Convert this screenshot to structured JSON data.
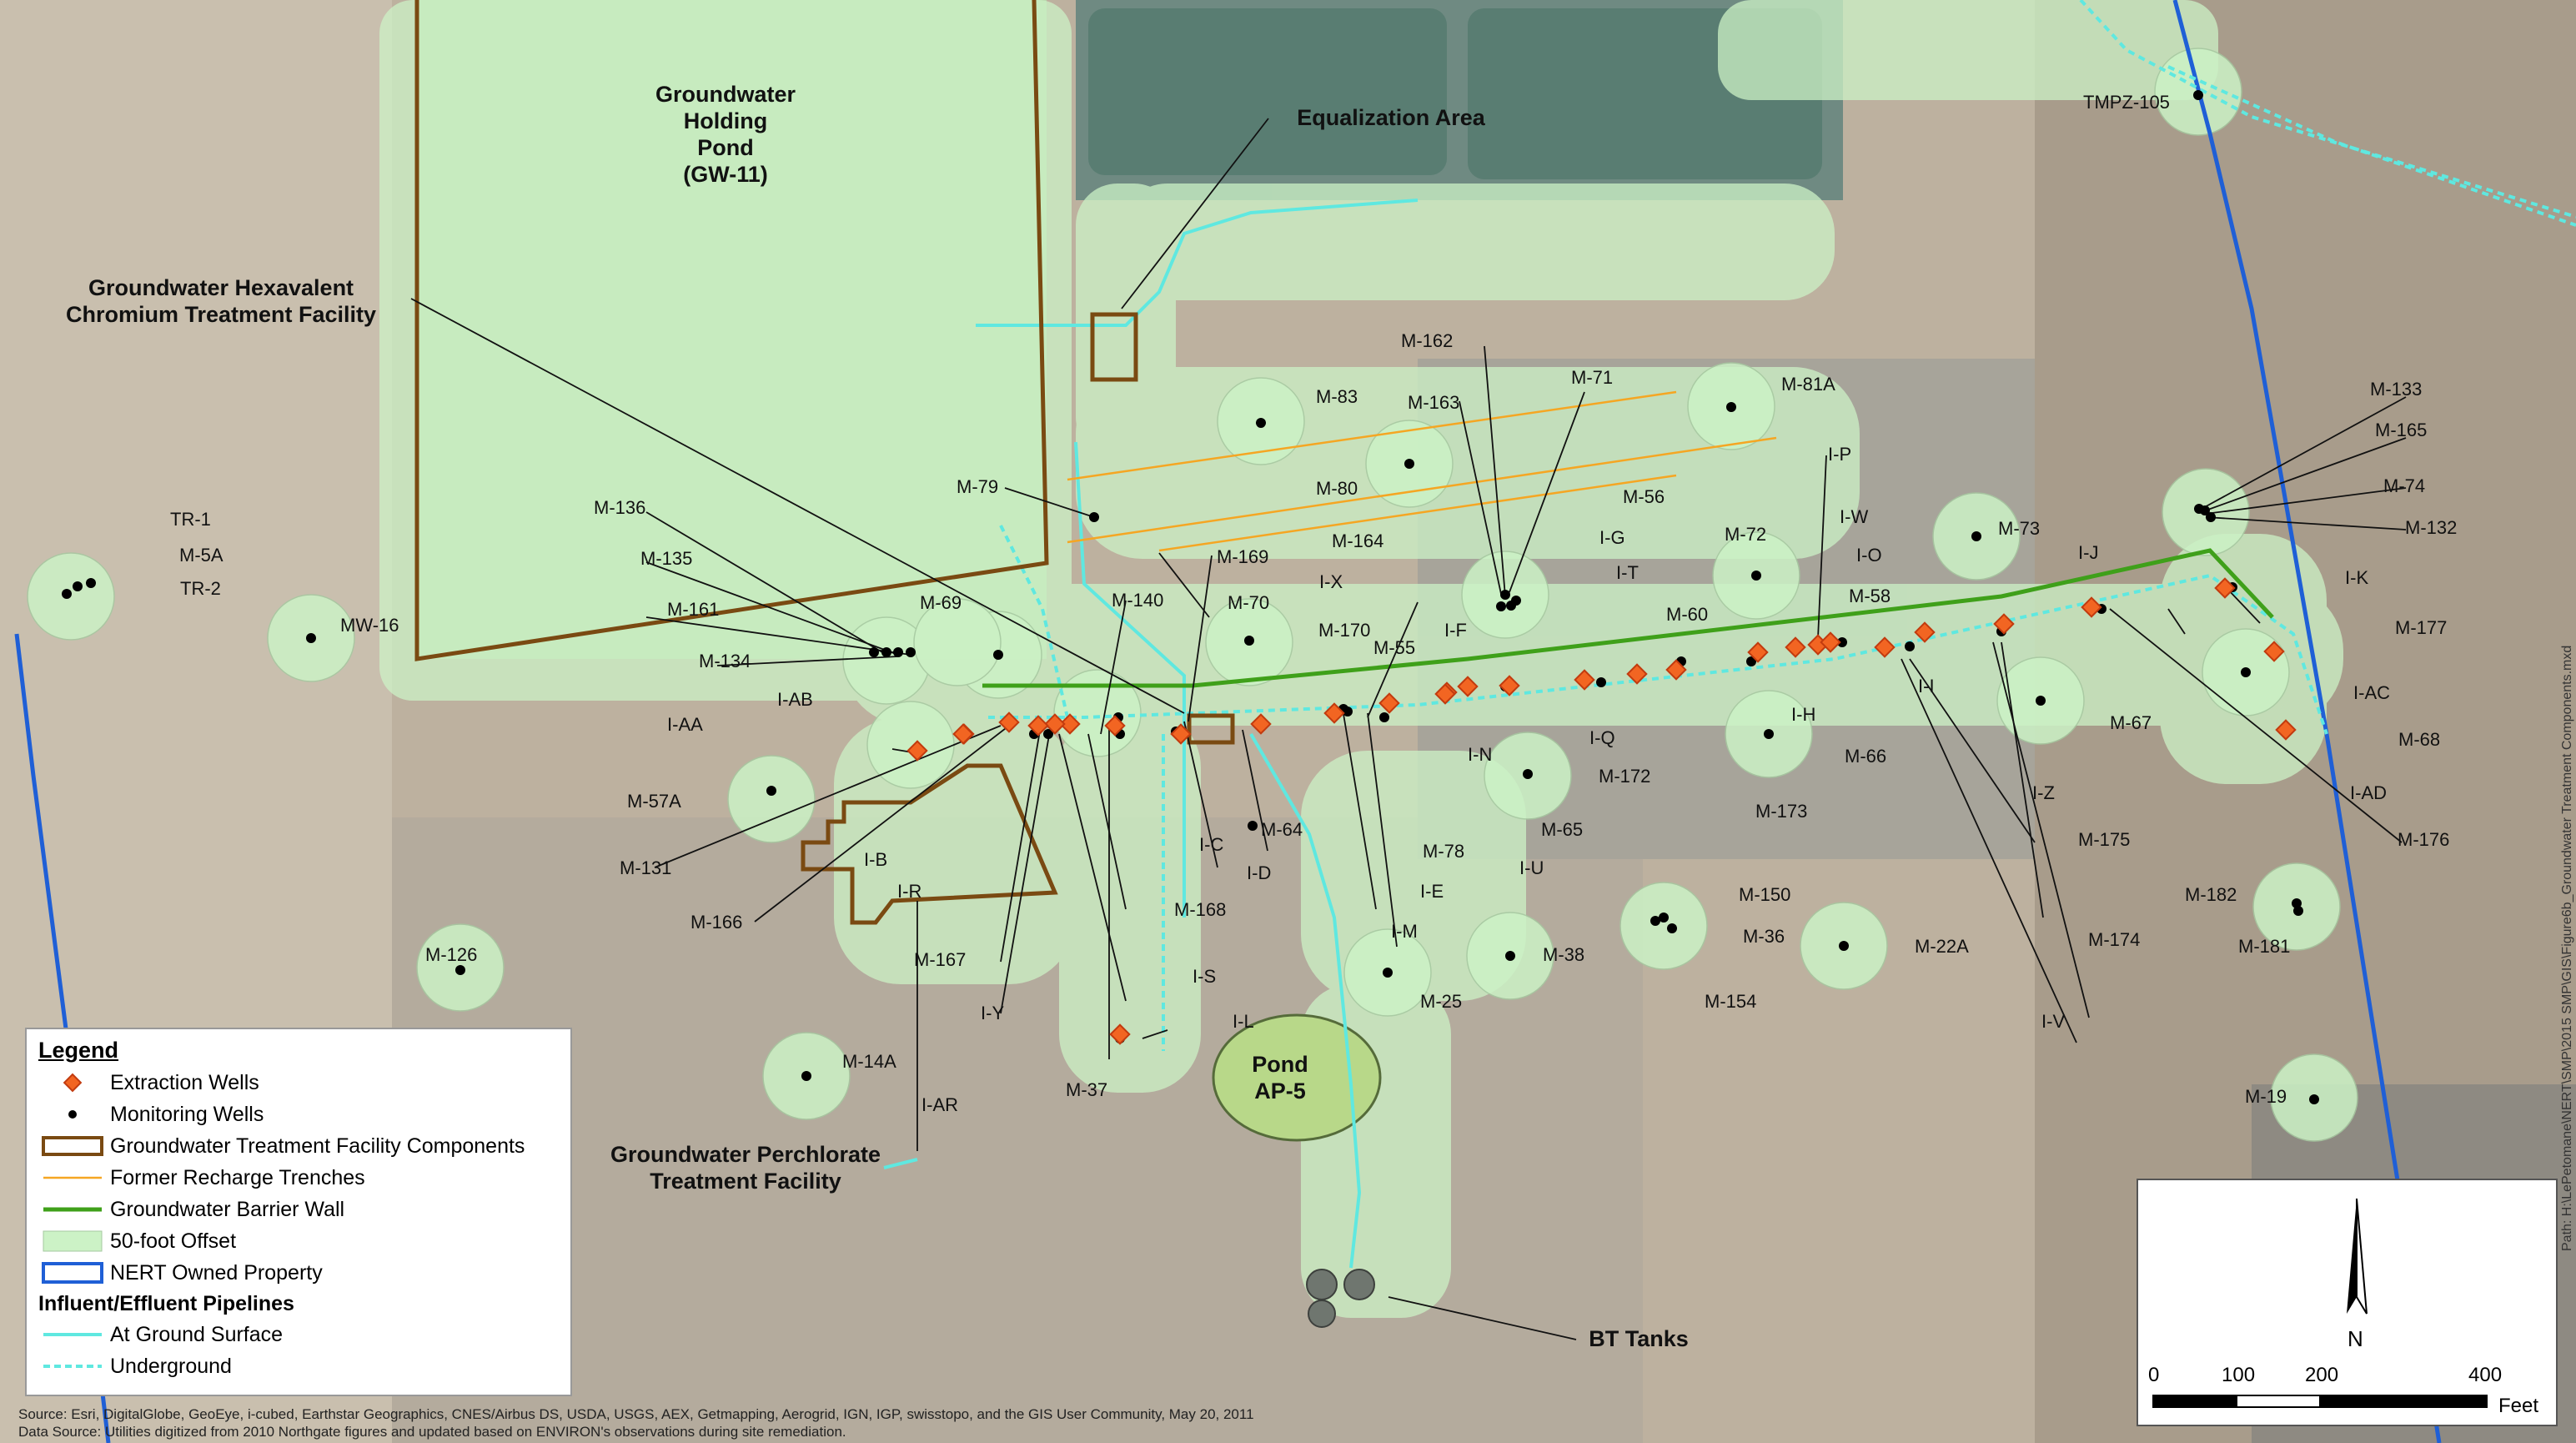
{
  "annotations": {
    "holding_pond": [
      "Groundwater",
      "Holding",
      "Pond",
      "(GW-11)"
    ],
    "equalization": "Equalization Area",
    "hexavalent": [
      "Groundwater Hexavalent",
      "Chromium Treatment Facility"
    ],
    "perchlorate": [
      "Groundwater Perchlorate",
      "Treatment Facility"
    ],
    "pond_ap5": [
      "Pond",
      "AP-5"
    ],
    "bt_tanks": "BT Tanks"
  },
  "wells": {
    "monitoring_labels": [
      "TMPZ-105",
      "M-162",
      "M-71",
      "M-83",
      "M-163",
      "M-81A",
      "M-133",
      "M-165",
      "M-74",
      "M-132",
      "M-80",
      "M-79",
      "M-56",
      "M-136",
      "TR-1",
      "M-5A",
      "TR-2",
      "M-135",
      "M-164",
      "M-72",
      "M-73",
      "M-169",
      "M-140",
      "M-70",
      "M-161",
      "MW-16",
      "M-69",
      "M-134",
      "M-170",
      "M-55",
      "M-60",
      "M-58",
      "M-177",
      "M-57A",
      "M-131",
      "M-166",
      "M-172",
      "M-64",
      "M-67",
      "M-66",
      "M-173",
      "M-68",
      "M-65",
      "M-176",
      "M-175",
      "M-78",
      "M-168",
      "M-150",
      "M-182",
      "M-126",
      "M-167",
      "M-36",
      "M-22A",
      "M-181",
      "M-38",
      "M-25",
      "M-154",
      "M-174",
      "M-14A",
      "M-37",
      "M-19"
    ],
    "extraction_labels": [
      "I-P",
      "I-W",
      "I-G",
      "I-O",
      "I-J",
      "I-T",
      "I-K",
      "I-X",
      "I-F",
      "I-AC",
      "I-AB",
      "I-AA",
      "I-H",
      "I-Q",
      "I-N",
      "I-AD",
      "I-I",
      "I-Z",
      "I-U",
      "I-C",
      "I-D",
      "I-E",
      "I-B",
      "I-R",
      "I-M",
      "I-S",
      "I-Y",
      "I-L",
      "I-AR",
      "I-V"
    ]
  },
  "legend": {
    "title": "Legend",
    "items": [
      {
        "label": "Extraction Wells"
      },
      {
        "label": "Monitoring Wells"
      },
      {
        "label": "Groundwater Treatment Facility Components"
      },
      {
        "label": "Former Recharge Trenches"
      },
      {
        "label": "Groundwater Barrier Wall"
      },
      {
        "label": "50-foot Offset"
      },
      {
        "label": "NERT Owned Property"
      }
    ],
    "subheading": "Influent/Effluent Pipelines",
    "pipelines": [
      {
        "label": "At Ground Surface"
      },
      {
        "label": "Underground"
      }
    ]
  },
  "scale": {
    "north": "N",
    "ticks": [
      "0",
      "100",
      "200",
      "400"
    ],
    "unit": "Feet"
  },
  "source": [
    "Source: Esri, DigitalGlobe, GeoEye, i-cubed, Earthstar Geographics, CNES/Airbus DS, USDA, USGS, AEX, Getmapping, Aerogrid, IGN, IGP, swisstopo, and the GIS User Community, May 20, 2011",
    "Data Source: Utilities digitized from 2010 Northgate figures and updated based on ENVIRON's observations during site remediation."
  ],
  "file_path": "Path: H:\\LePetomane\\NERT\\SMP\\2015 SMP\\GIS\\Figure6b_Groundwater Treatment Components.mxd",
  "colors": {
    "extraction": "#f26522",
    "monitoring": "#000000",
    "facility": "#7a4a12",
    "trench": "#f5a623",
    "barrier": "#3fa01a",
    "offset": "#ccf2c6",
    "nert": "#1f5fd6",
    "pipe": "#5fe8e0"
  }
}
